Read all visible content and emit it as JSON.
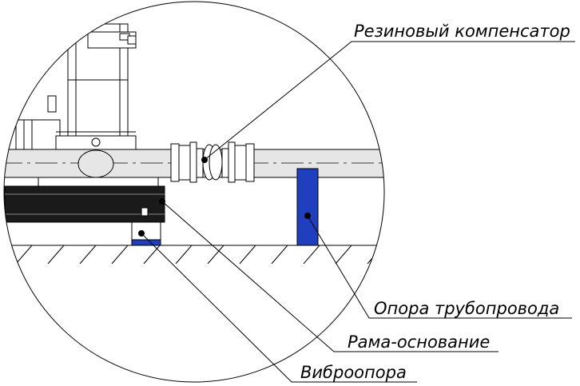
{
  "labels": {
    "compensator": "Резиновый компенсатор",
    "pipe_support": "Опора трубопровода",
    "frame": "Рама-основание",
    "vibration_mount": "Виброопора"
  },
  "colors": {
    "support": "#1f3fbf",
    "pipe_fill": "#e6e6e6",
    "frame_fill": "#1a1a1a"
  }
}
